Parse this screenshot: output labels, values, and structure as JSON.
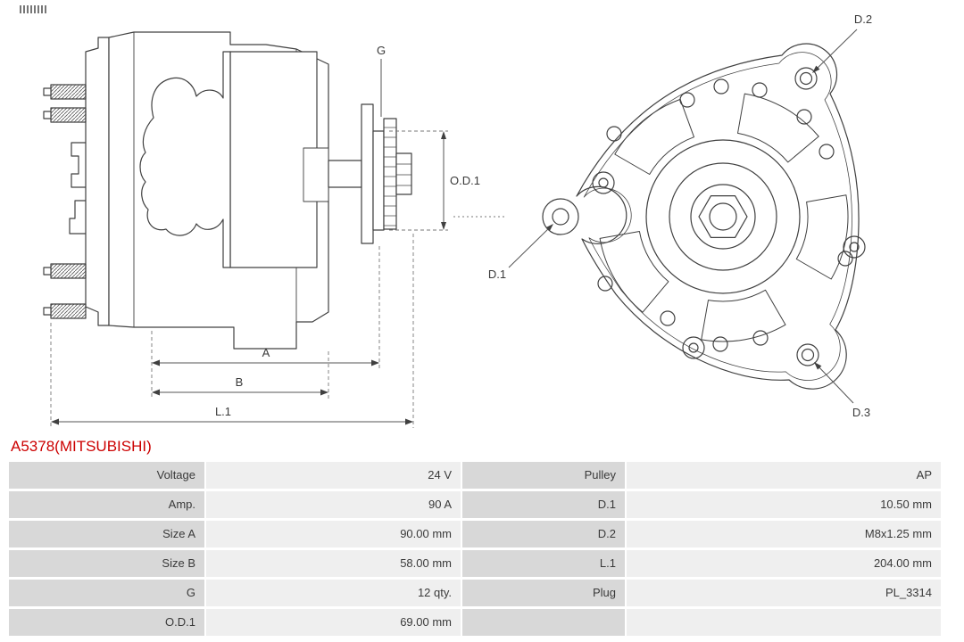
{
  "part_title": "A5378(MITSUBISHI)",
  "diagram": {
    "side_view": {
      "dim_g": "G",
      "dim_od1": "O.D.1",
      "dim_a": "A",
      "dim_b": "B",
      "dim_l1": "L.1"
    },
    "front_view": {
      "dim_d1": "D.1",
      "dim_d2": "D.2",
      "dim_d3": "D.3"
    }
  },
  "specs": {
    "rows": [
      {
        "ll": "Voltage",
        "lv": "24 V",
        "rl": "Pulley",
        "rv": "AP"
      },
      {
        "ll": "Amp.",
        "lv": "90 A",
        "rl": "D.1",
        "rv": "10.50 mm"
      },
      {
        "ll": "Size A",
        "lv": "90.00 mm",
        "rl": "D.2",
        "rv": "M8x1.25 mm"
      },
      {
        "ll": "Size B",
        "lv": "58.00 mm",
        "rl": "L.1",
        "rv": "204.00 mm"
      },
      {
        "ll": "G",
        "lv": "12 qty.",
        "rl": "Plug",
        "rv": "PL_3314"
      },
      {
        "ll": "O.D.1",
        "lv": "69.00 mm",
        "rl": "",
        "rv": ""
      }
    ]
  },
  "colors": {
    "part_title": "#cc0000",
    "label_cell_bg": "#d8d8d8",
    "value_cell_bg": "#efefef",
    "line": "#404040"
  }
}
